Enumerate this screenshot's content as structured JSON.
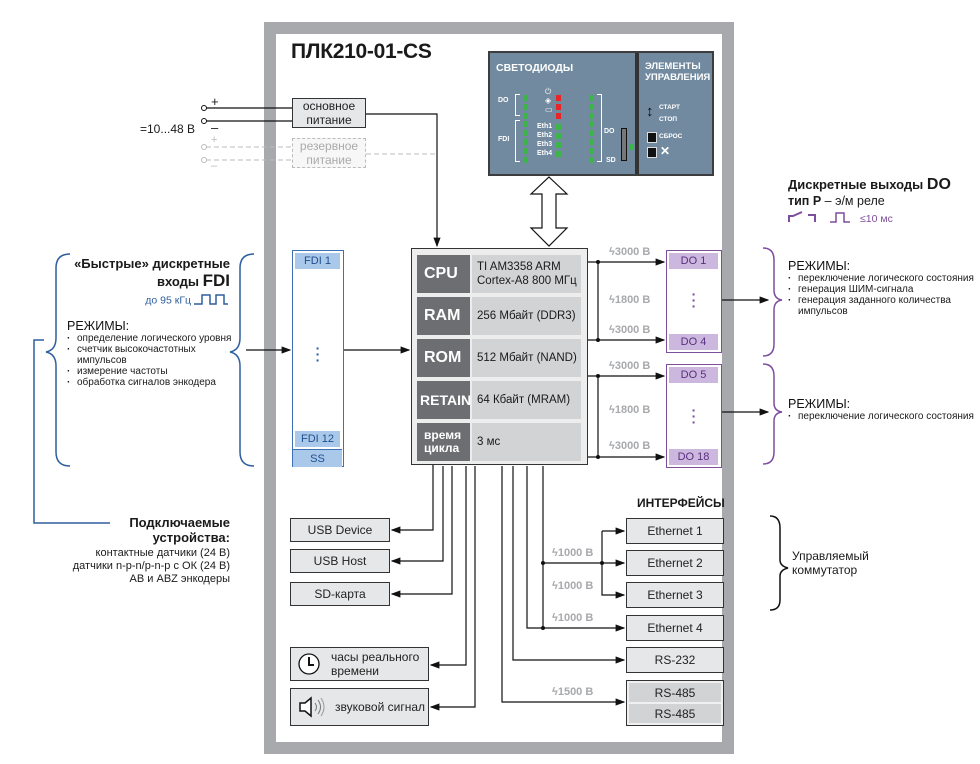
{
  "title": "ПЛК210-01-CS",
  "colors": {
    "frame": "#a7a9ac",
    "panel": "#718a9f",
    "fdi_accent": "#3c72b5",
    "do_accent": "#7d4e9e",
    "isolation_label": "#a7a9ac",
    "led_green": "#3cb44a",
    "led_red": "#e8262a"
  },
  "power": {
    "voltage_label": "=10...48 В",
    "plus": "+",
    "minus": "–",
    "main": "основное питание",
    "backup": "резервное питание"
  },
  "leds_panel": {
    "title": "СВЕТОДИОДЫ",
    "do_left": "DO",
    "fdi": "FDI",
    "do_right": "DO",
    "sd": "SD",
    "eth": [
      "Eth1",
      "Eth2",
      "Eth3",
      "Eth4"
    ],
    "status_icons": [
      "power-icon",
      "run-icon",
      "battery-icon"
    ]
  },
  "controls_panel": {
    "title_line1": "ЭЛЕМЕНТЫ",
    "title_line2": "УПРАВЛЕНИЯ",
    "start": "СТАРТ",
    "stop": "СТОП",
    "reset": "СБРОС",
    "service_icon": "tools-icon"
  },
  "fdi": {
    "heading_line1": "«Быстрые» дискретные",
    "heading_line2_prefix": "входы",
    "heading_line2_strong": "FDI",
    "freq": "до 95 кГц",
    "modes_title": "РЕЖИМЫ:",
    "modes": [
      "определение логического уровня",
      "счетчик высокочастотных импульсов",
      "измерение частоты",
      "обработка сигналов энкодера"
    ],
    "first": "FDI 1",
    "last": "FDI 12",
    "common": "SS"
  },
  "devices": {
    "title_line1": "Подключаемые",
    "title_line2": "устройства:",
    "items": [
      "контактные датчики (24 В)",
      "датчики n-p-n/p-n-p с ОК (24 В)",
      "АВ и ABZ энкодеры"
    ]
  },
  "cpu_table": [
    {
      "key": "CPU",
      "value": "TI AM3358 ARM Cortex-A8 800 МГц"
    },
    {
      "key": "RAM",
      "value": "256 Мбайт (DDR3)"
    },
    {
      "key": "ROM",
      "value": "512 Мбайт (NAND)"
    },
    {
      "key": "RETAIN",
      "value": "64 Кбайт (MRAM)"
    },
    {
      "key": "время цикла",
      "value": "3 мс"
    }
  ],
  "do": {
    "heading_prefix": "Дискретные выходы",
    "heading_strong": "DO",
    "type_strong": "тип Р",
    "type_rest": " – э/м реле",
    "switch_time": "≤10 мс",
    "group1": {
      "first": "DO 1",
      "last": "DO 4"
    },
    "group2": {
      "first": "DO 5",
      "last": "DO 18"
    },
    "modes1_title": "РЕЖИМЫ:",
    "modes1": [
      "переключение логического состояния",
      "генерация ШИМ-сигнала",
      "генерация заданного количества импульсов"
    ],
    "modes2_title": "РЕЖИМЫ:",
    "modes2": [
      "переключение логического состояния"
    ]
  },
  "isolation": {
    "do_channel": "3000 В",
    "do_group": "1800 В",
    "eth": "1000 В",
    "rs485": "1500 В"
  },
  "peripherals": {
    "usb_device": "USB Device",
    "usb_host": "USB Host",
    "sd_card": "SD-карта",
    "rtc": "часы реального времени",
    "buzzer": "звуковой сигнал"
  },
  "interfaces": {
    "title": "ИНТЕРФЕЙСЫ",
    "items": [
      "Ethernet 1",
      "Ethernet 2",
      "Ethernet 3",
      "Ethernet 4",
      "RS-232"
    ],
    "rs485": [
      "RS-485",
      "RS-485"
    ],
    "switch_label": "Управляемый коммутатор"
  }
}
